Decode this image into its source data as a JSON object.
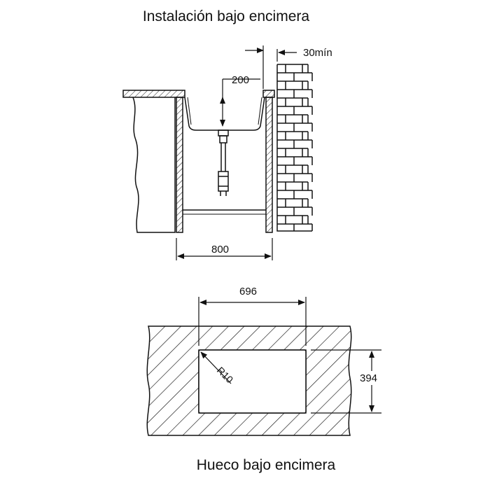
{
  "titles": {
    "installation": "Instalación bajo encimera",
    "cutout": "Hueco bajo encimera"
  },
  "dimensions": {
    "wall_clearance": "30mín",
    "sink_depth": "200",
    "cabinet_width": "800",
    "cutout_width": "696",
    "cutout_height": "394",
    "corner_radius": "R10"
  },
  "colors": {
    "line": "#111111",
    "background": "#ffffff"
  }
}
